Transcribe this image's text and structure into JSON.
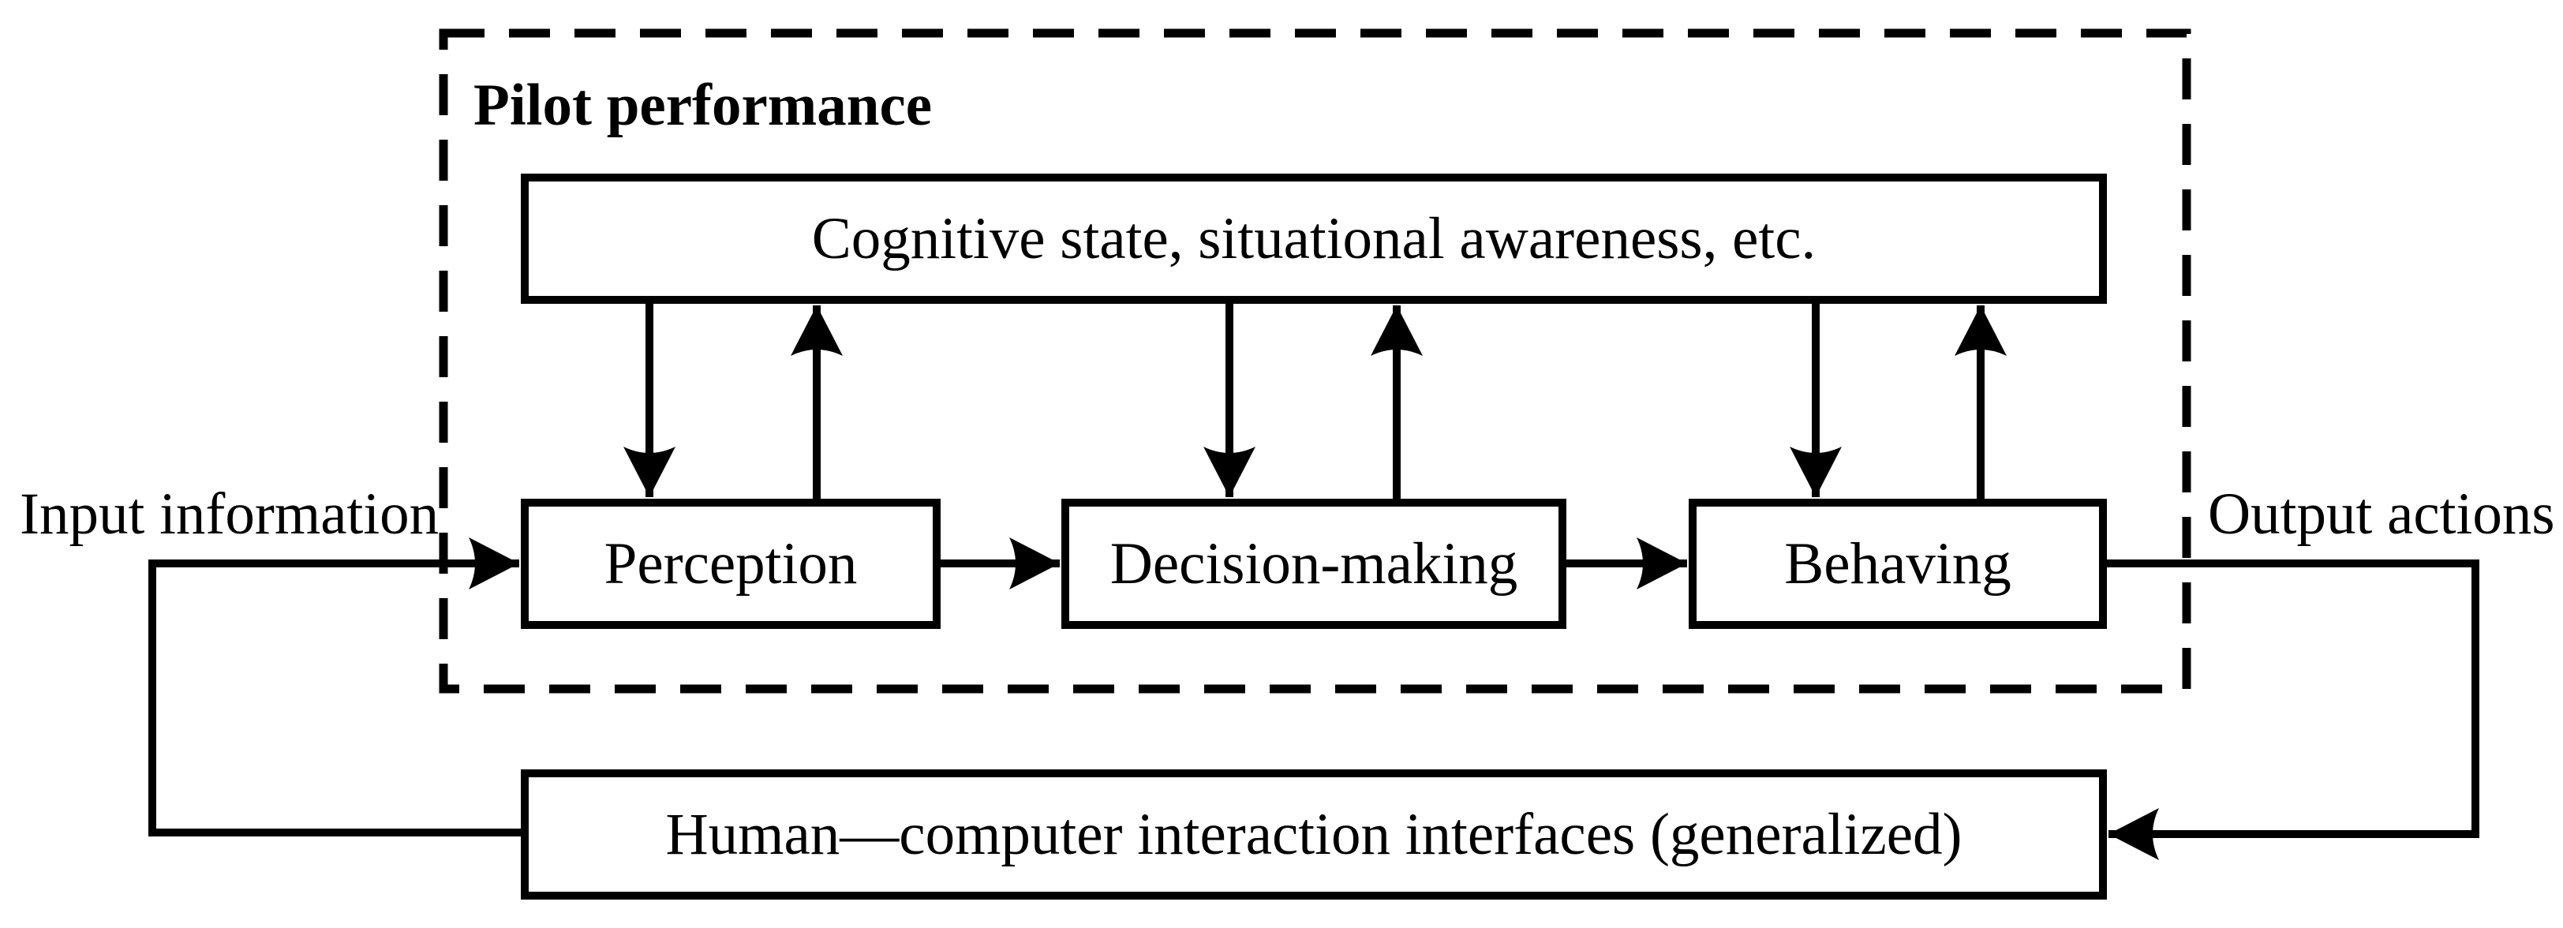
{
  "diagram": {
    "title_label": "Pilot performance",
    "boxes": {
      "cognitive": "Cognitive state, situational awareness, etc.",
      "perception": "Perception",
      "decision": "Decision-making",
      "behaving": "Behaving",
      "hci": "Human—computer interaction interfaces (generalized)"
    },
    "flow_labels": {
      "input": "Input information",
      "output": "Output actions"
    },
    "colors": {
      "line": "#000000",
      "background": "#ffffff",
      "text": "#000000"
    },
    "icons": [
      "arrow-down-icon",
      "arrow-up-icon",
      "arrow-right-icon",
      "arrow-left-icon"
    ]
  }
}
